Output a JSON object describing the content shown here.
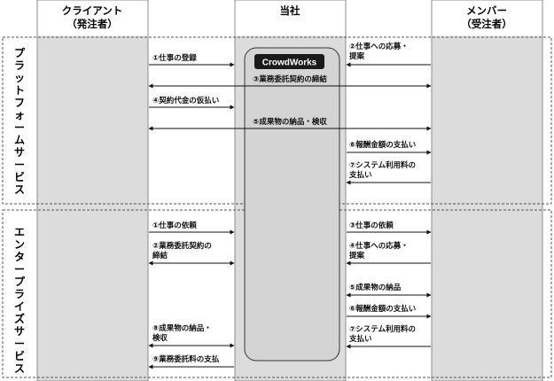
{
  "colors": {
    "column_fill": "#dcdcdc",
    "column_stroke": "#8c8c8c",
    "center_box_fill": "#d4d4d4",
    "dash": "#555555",
    "arrow": "#111111",
    "logo_bg": "#1a1a1a",
    "logo_text": "#ffffff"
  },
  "columns": {
    "client": {
      "line1": "クライアント",
      "line2": "（発注者）"
    },
    "company": {
      "line1": "当社"
    },
    "member": {
      "line1": "メンバー",
      "line2": "（受注者）"
    }
  },
  "sections": {
    "platform": {
      "label": "プラットフォームサービス"
    },
    "enterprise": {
      "label": "エンタープライズサービス"
    }
  },
  "logo": "CrowdWorks",
  "platform_flows": {
    "f1": {
      "lines": [
        "①仕事の登録"
      ]
    },
    "f2": {
      "lines": [
        "②仕事への応募・",
        "提案"
      ]
    },
    "f3": {
      "lines": [
        "③業務委託契約の締結"
      ]
    },
    "f4": {
      "lines": [
        "④契約代金の仮払い"
      ]
    },
    "f5": {
      "lines": [
        "⑤成果物の納品・検収"
      ]
    },
    "f6": {
      "lines": [
        "⑥報酬金額の支払い"
      ]
    },
    "f7": {
      "lines": [
        "⑦システム利用料の",
        "支払い"
      ]
    }
  },
  "enterprise_flows": {
    "c1": {
      "lines": [
        "①仕事の依頼"
      ]
    },
    "c2": {
      "lines": [
        "②業務委託契約の",
        "締結"
      ]
    },
    "c8": {
      "lines": [
        "⑧成果物の納品・",
        "検収"
      ]
    },
    "c9": {
      "lines": [
        "⑨業務委託料の支払"
      ]
    },
    "m3": {
      "lines": [
        "③仕事の依頼"
      ]
    },
    "m4": {
      "lines": [
        "④仕事への応募・",
        "提案"
      ]
    },
    "m5": {
      "lines": [
        "⑤成果物の納品"
      ]
    },
    "m6": {
      "lines": [
        "⑥報酬金額の支払い"
      ]
    },
    "m7": {
      "lines": [
        "⑦システム利用料の",
        "支払い"
      ]
    }
  }
}
